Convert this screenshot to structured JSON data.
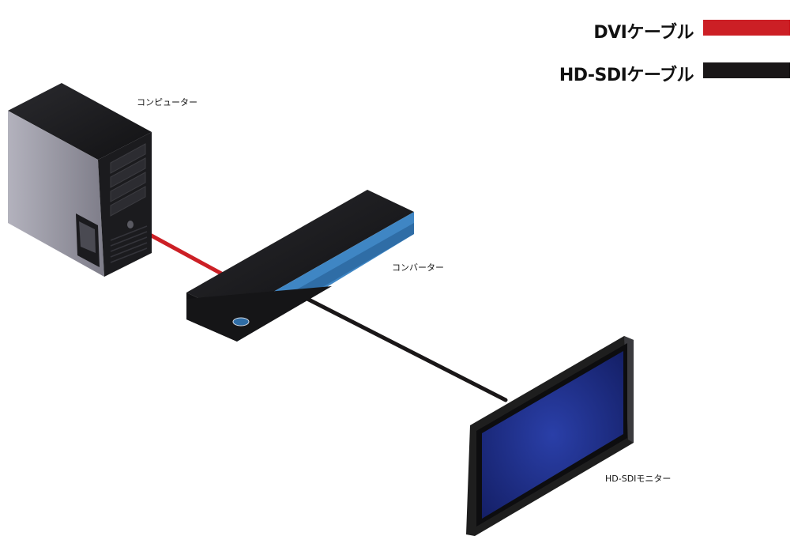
{
  "legend": {
    "items": [
      {
        "label": "DVIケーブル",
        "color": "#cc1f25"
      },
      {
        "label": "HD-SDIケーブル",
        "color": "#1a1718"
      }
    ]
  },
  "nodes": {
    "computer": {
      "label": "コンピューター"
    },
    "converter": {
      "label": "コンバーター"
    },
    "monitor": {
      "label": "HD-SDIモニター"
    }
  },
  "connections": [
    {
      "from": "computer",
      "to": "converter",
      "cable": "DVIケーブル",
      "color": "#cc1f25"
    },
    {
      "from": "converter",
      "to": "monitor",
      "cable": "HD-SDIケーブル",
      "color": "#1a1718"
    }
  ],
  "colors": {
    "tower_front": "#1b1b1e",
    "tower_side": "#9b9aa6",
    "converter_body": "#1b1b1e",
    "converter_accent": "#3f86c4",
    "monitor_bezel": "#1e1e1e",
    "monitor_screen": "#1c2d8a"
  }
}
